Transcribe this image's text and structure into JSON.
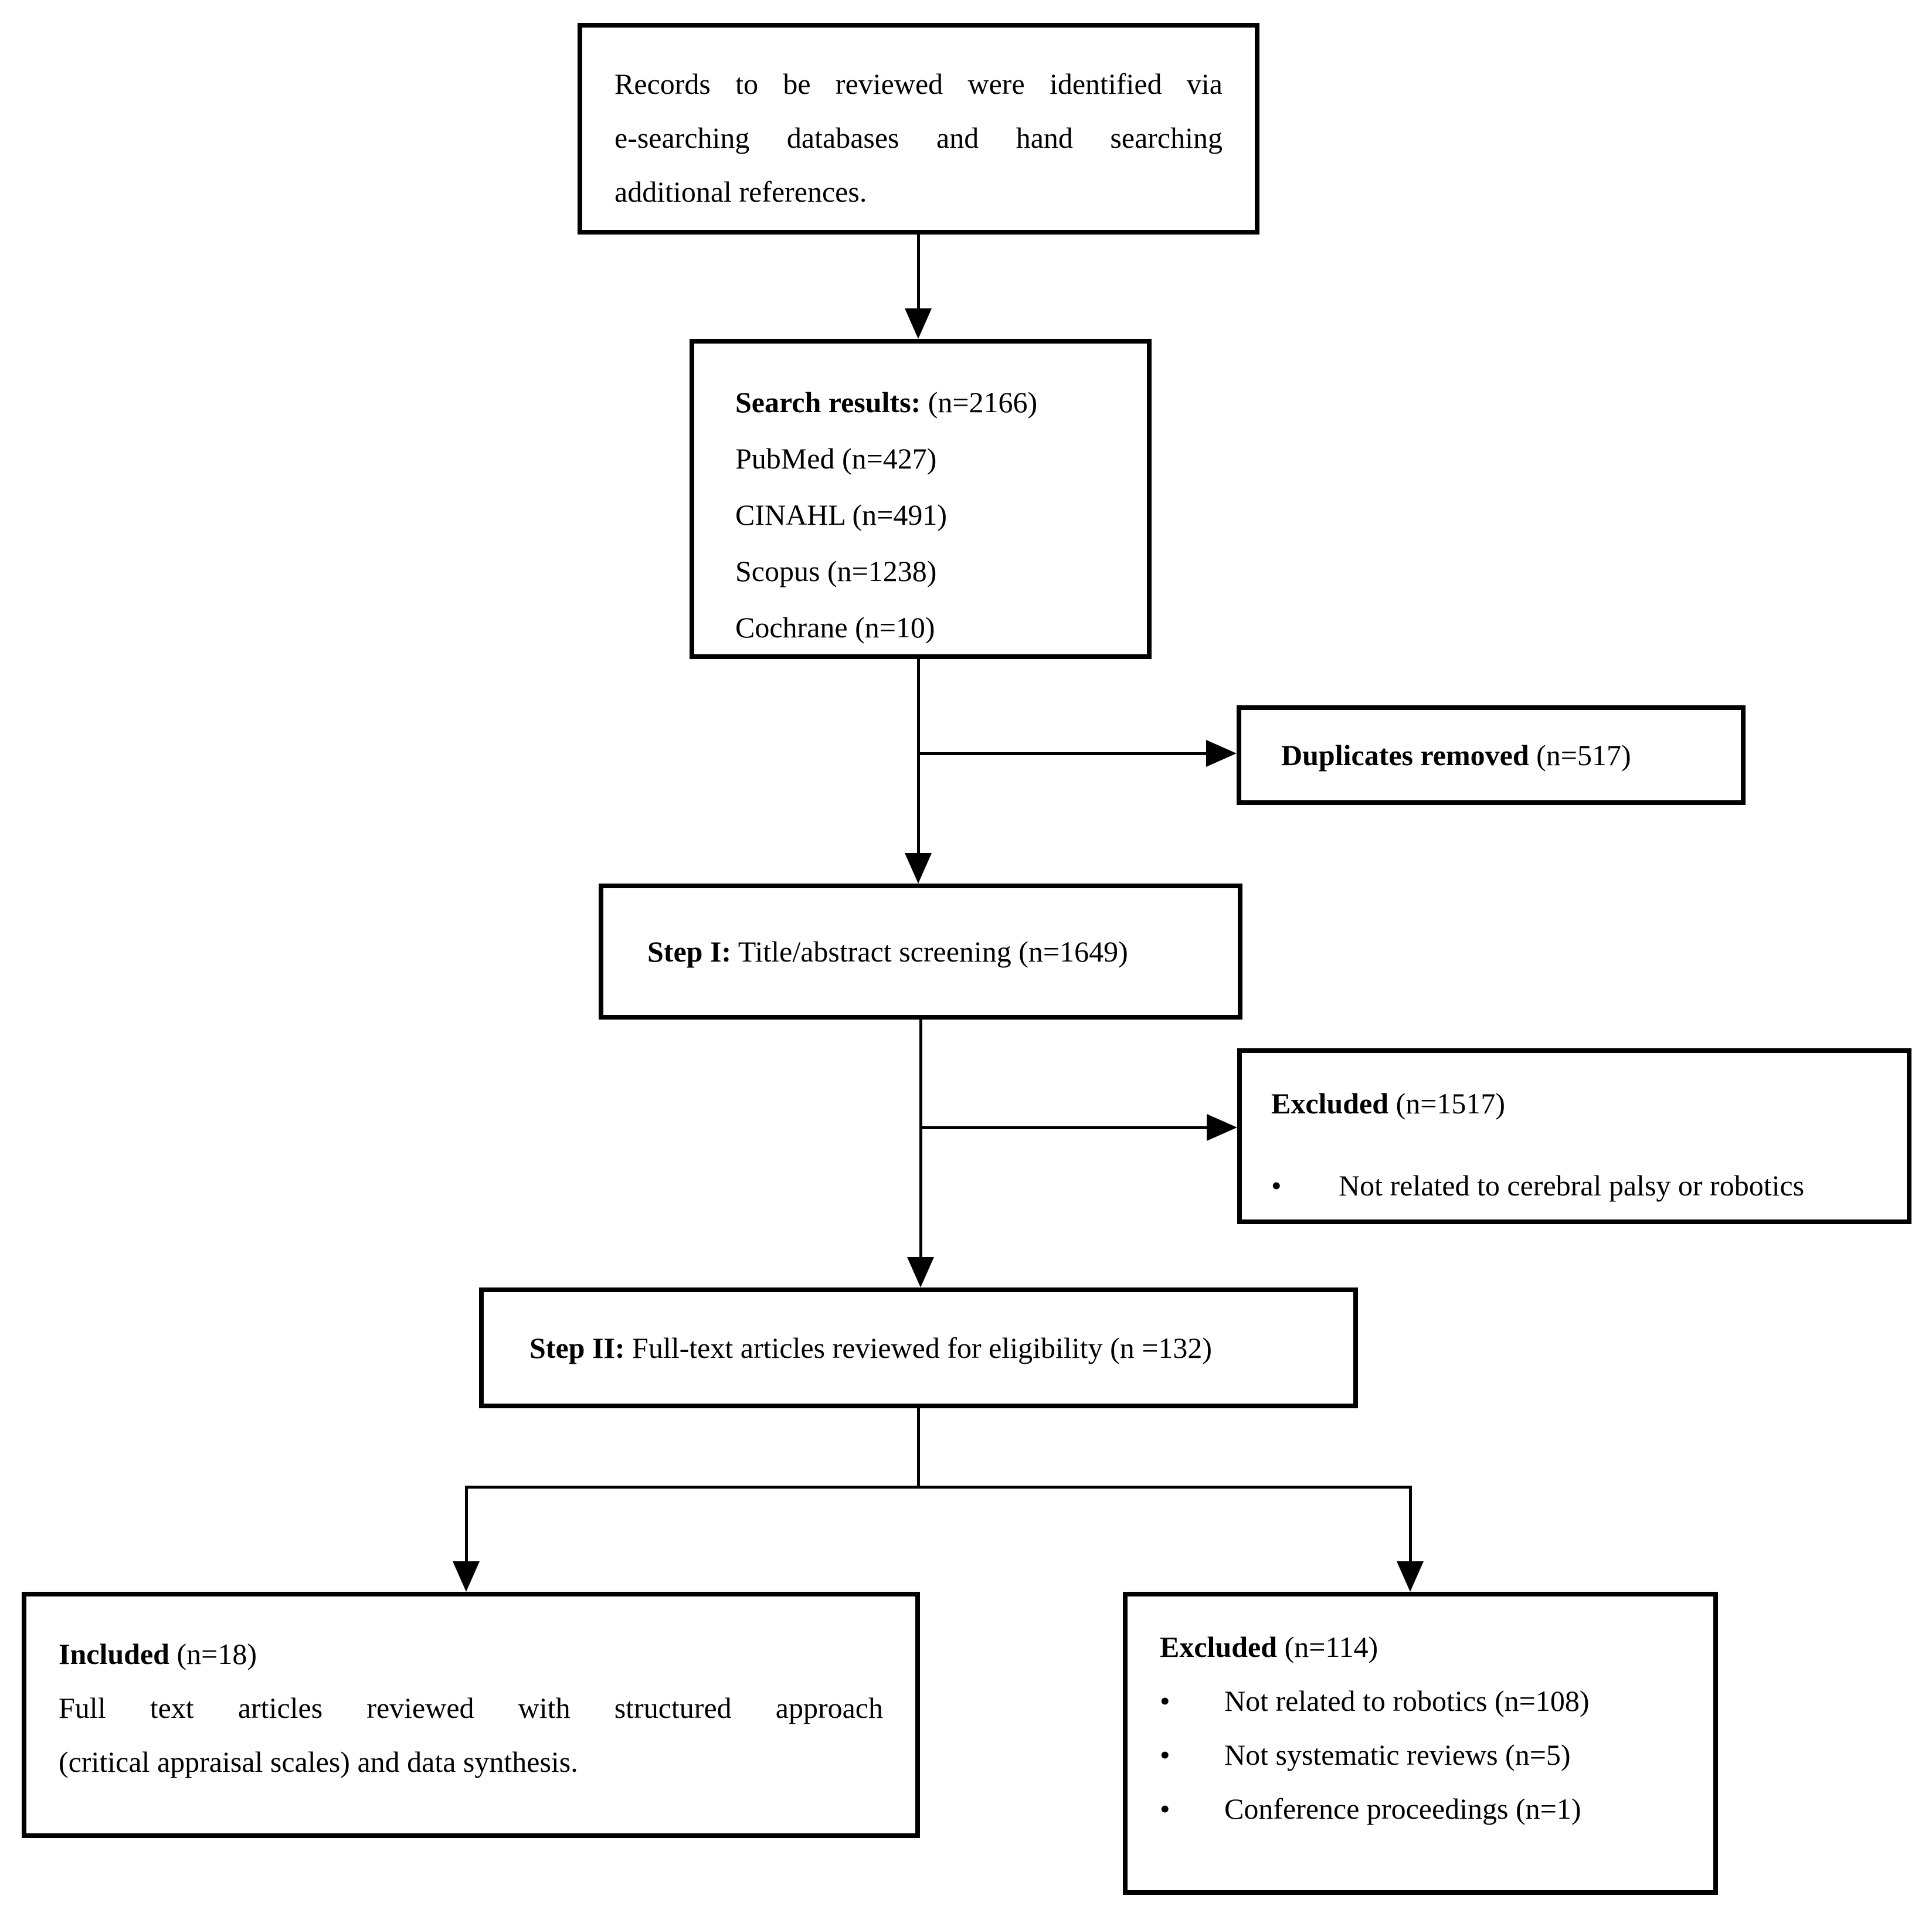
{
  "diagram": {
    "type": "flowchart",
    "bullet_char": "•",
    "colors": {
      "box_border": "#000000",
      "text": "#000000",
      "arrow": "#000000",
      "background": "#ffffff"
    },
    "boxes": {
      "records": {
        "lines": [
          "Records to be reviewed were identified via",
          "e-searching databases and hand searching",
          "additional references."
        ]
      },
      "search_results": {
        "heading": "Search results:",
        "count": "(n=2166)",
        "items": [
          "PubMed (n=427)",
          "CINAHL (n=491)",
          "Scopus (n=1238)",
          "Cochrane (n=10)"
        ]
      },
      "duplicates_removed": {
        "heading": "Duplicates removed",
        "count": "(n=517)"
      },
      "step1": {
        "heading": "Step I:",
        "text": "Title/abstract screening (n=1649)"
      },
      "excluded_step1": {
        "heading": "Excluded",
        "count": "(n=1517)",
        "bullets": [
          "Not related to cerebral palsy or robotics"
        ]
      },
      "step2": {
        "heading": "Step II:",
        "text": "Full-text articles reviewed for eligibility (n =132)"
      },
      "included": {
        "heading": "Included",
        "count": "(n=18)",
        "lines": [
          "Full text articles reviewed with structured approach",
          "(critical appraisal scales) and data synthesis."
        ]
      },
      "excluded_step2": {
        "heading": "Excluded",
        "count": "(n=114)",
        "bullets": [
          "Not related to robotics (n=108)",
          "Not systematic reviews (n=5)",
          "Conference proceedings (n=1)"
        ]
      }
    }
  }
}
